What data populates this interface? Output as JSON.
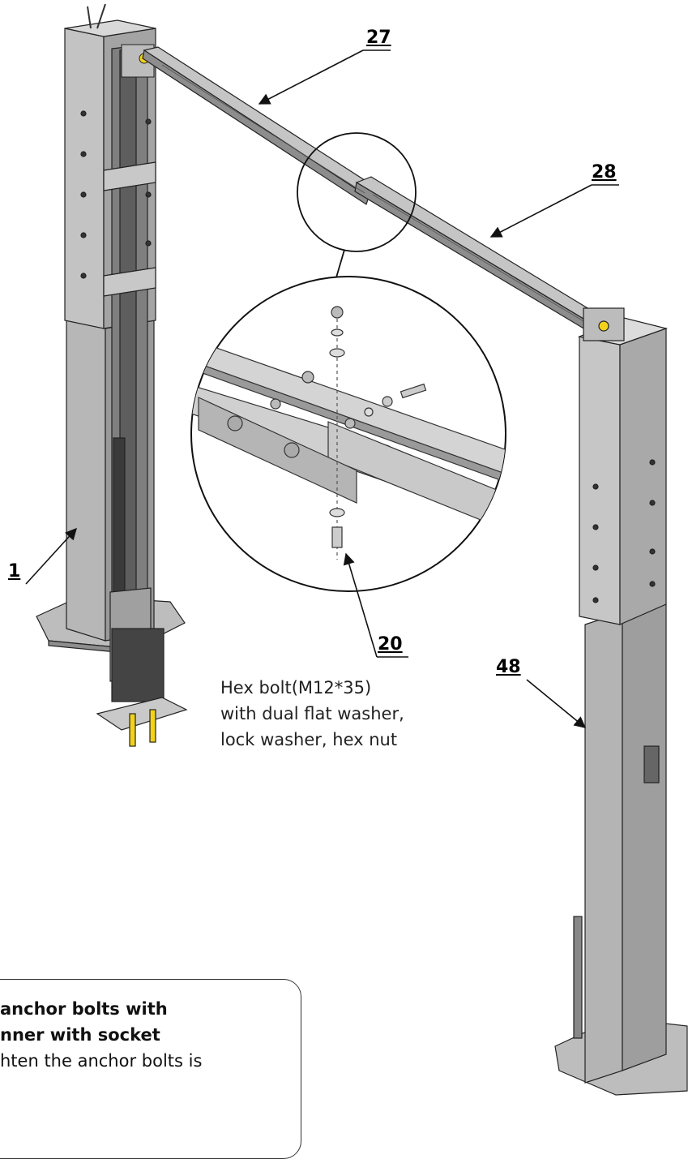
{
  "labels": {
    "bar_left": "27",
    "bar_right": "28",
    "column_left": "1",
    "bolt": "20",
    "column_right": "48"
  },
  "caption": {
    "line1": "Hex bolt(M12*35)",
    "line2": "with dual flat washer,",
    "line3": "lock washer, hex nut"
  },
  "note": {
    "line1": " anchor bolts with",
    "line2": "nner with socket",
    "line3": "hten the anchor bolts is"
  },
  "colors": {
    "steel_light": "#c9c9c9",
    "steel_mid": "#a8a8a8",
    "steel_dark": "#6e6e6e",
    "outline": "#222222",
    "accent_yellow": "#f2d21b"
  }
}
